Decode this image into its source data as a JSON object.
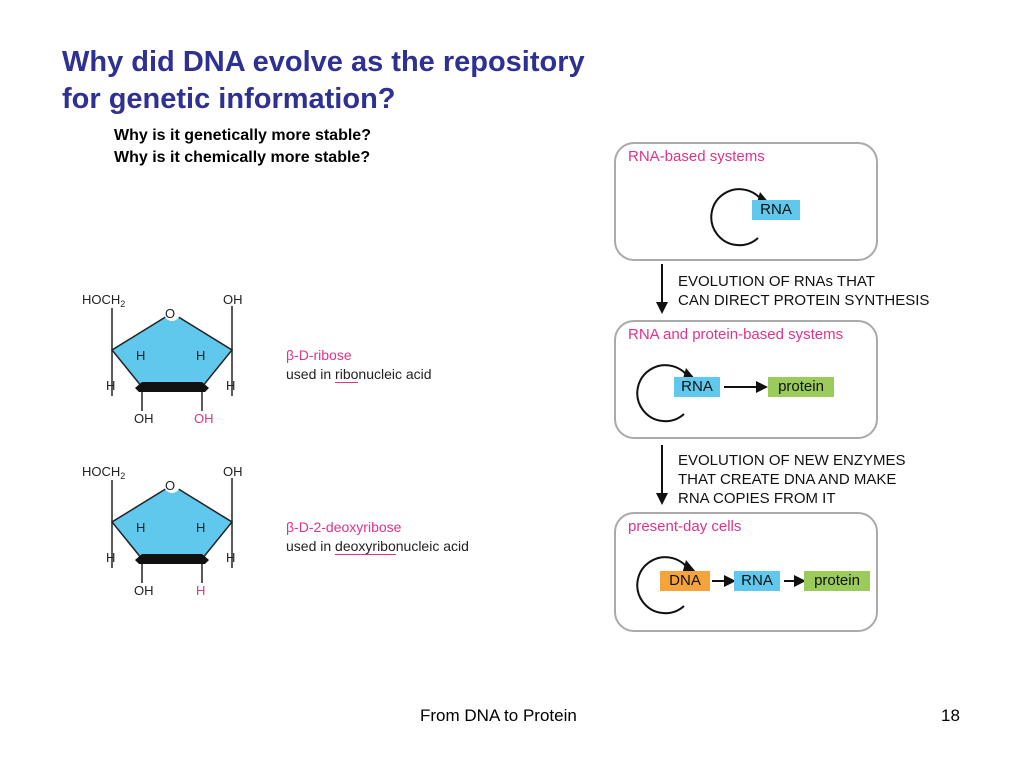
{
  "title": {
    "line1": "Why did DNA evolve as the repository",
    "line2": "for genetic information?"
  },
  "subquestions": [
    "Why is it genetically more stable?",
    "Why is it chemically more stable?"
  ],
  "footer": {
    "center": "From DNA to Protein",
    "page": "18"
  },
  "sugars": [
    {
      "hoch": "HOCH",
      "hoch_sub": "2",
      "o": "O",
      "oh_top": "OH",
      "h_left_in": "H",
      "h_right_in": "H",
      "h_left_out": "H",
      "h_right_out": "H",
      "oh_bottom_left": "OH",
      "bottom_right": "OH",
      "name": "β-D-ribose",
      "used_prefix": "used in ",
      "used_underlined": "ribo",
      "used_suffix": "nucleic acid"
    },
    {
      "hoch": "HOCH",
      "hoch_sub": "2",
      "o": "O",
      "oh_top": "OH",
      "h_left_in": "H",
      "h_right_in": "H",
      "h_left_out": "H",
      "h_right_out": "H",
      "oh_bottom_left": "OH",
      "bottom_right": "H",
      "name": "β-D-2-deoxyribose",
      "used_prefix": "used in ",
      "used_underlined": "deoxyribo",
      "used_suffix": "nucleic acid"
    }
  ],
  "panels": [
    {
      "title": "RNA-based systems",
      "boxes": [
        "RNA"
      ]
    },
    {
      "title": "RNA and protein-based systems",
      "boxes": [
        "RNA",
        "protein"
      ]
    },
    {
      "title": "present-day cells",
      "boxes": [
        "DNA",
        "RNA",
        "protein"
      ]
    }
  ],
  "evolution_steps": [
    [
      "EVOLUTION OF RNAs THAT",
      "CAN DIRECT PROTEIN SYNTHESIS"
    ],
    [
      "EVOLUTION OF NEW ENZYMES",
      "THAT CREATE DNA AND MAKE",
      "RNA COPIES FROM IT"
    ]
  ],
  "colors": {
    "title": "#2e3192",
    "highlight": "#e0338a",
    "ring_fill": "#5fc8ec",
    "rna_box": "#5fc8ec",
    "protein_box": "#9bcb5a",
    "dna_box": "#f5a33b",
    "panel_border": "#aaaaaa"
  }
}
